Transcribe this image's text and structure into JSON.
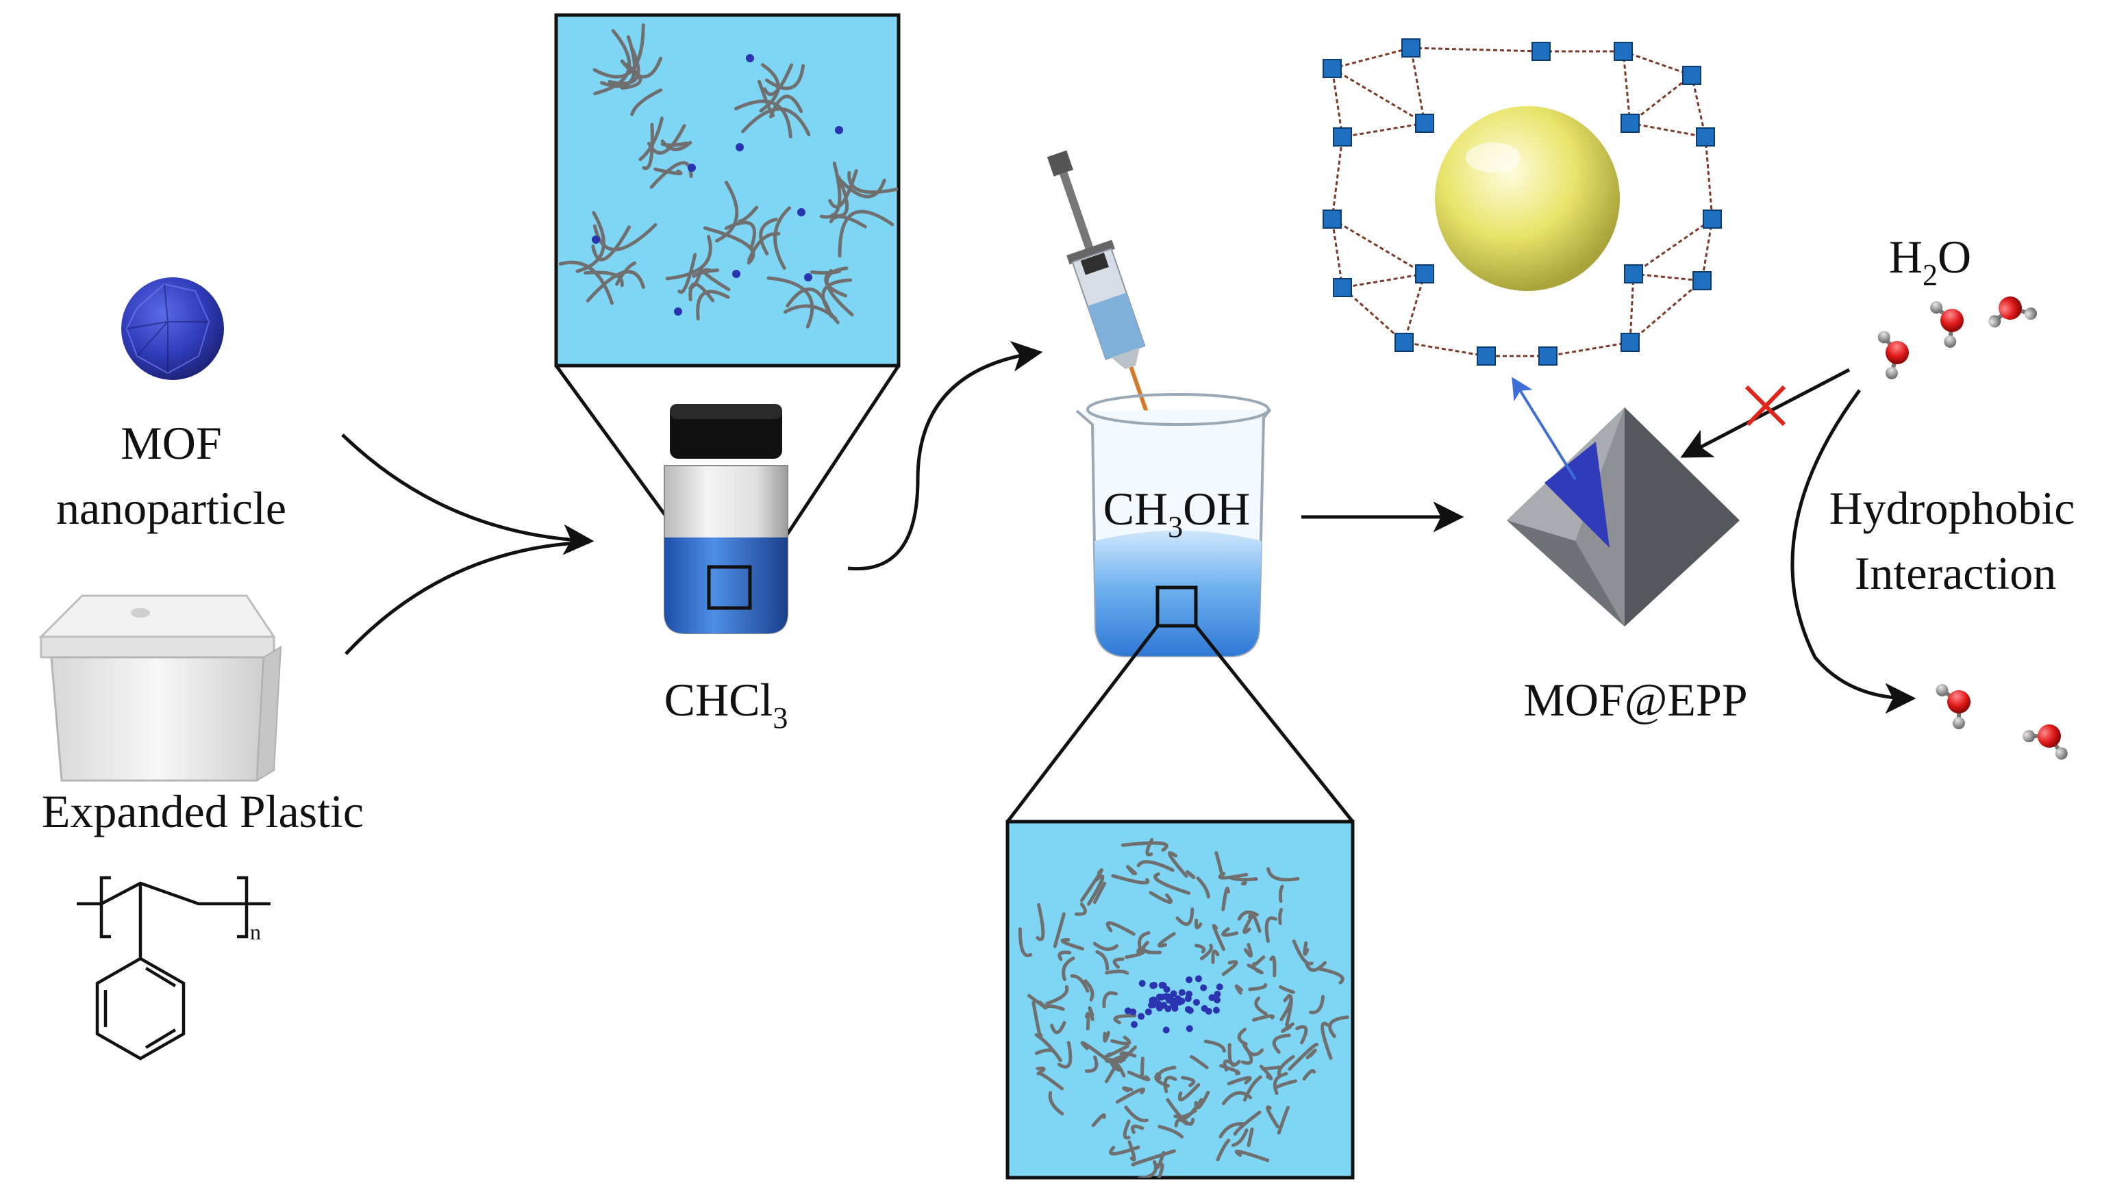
{
  "labels": {
    "mof_line1": "MOF",
    "mof_line2": "nanoparticle",
    "expanded_plastic": "Expanded Plastic",
    "polymer_subscript": "n",
    "chcl3_main": "CHCl",
    "chcl3_sub": "3",
    "ch3oh_a": "CH",
    "ch3oh_sub": "3",
    "ch3oh_b": "OH",
    "mof_epp": "MOF@EPP",
    "h2o_a": "H",
    "h2o_sub": "2",
    "h2o_b": "O",
    "hydrophobic_line1": "Hydrophobic",
    "hydrophobic_line2": "Interaction"
  },
  "colors": {
    "zoom_panel_fill": "#7fd6f4",
    "mof_blue": "#2f3bb8",
    "beaker_liquid": "#3b8fe0",
    "vial_liquid": "#2f6fd0",
    "sphere_yellow": "#eee87a",
    "water_oxygen": "#e01818",
    "block_arrow": "#e0241b",
    "octahedron_gray": "#6b6d72"
  },
  "icons": {
    "mof_particle": "blue-polyhedral-nanoparticle",
    "foam_box": "white-styrofoam-box",
    "vial": "capped-glass-vial",
    "syringe": "syringe",
    "beaker": "glass-beaker",
    "framework": "mof-framework-with-sphere",
    "octahedron": "gray-octahedron-crystal",
    "water": "water-molecule"
  }
}
